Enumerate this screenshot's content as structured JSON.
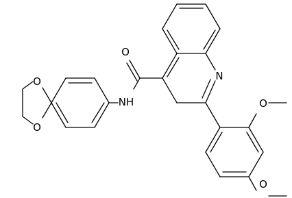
{
  "molecule": {
    "atom_labels": {
      "carbonyl_oxygen": "O",
      "amide_nh": "NH",
      "quinoline_nitrogen": "N",
      "methoxy_oxygen_top": "O",
      "methoxy_oxygen_bottom": "O",
      "dioxane_oxygen_upper": "O",
      "dioxane_oxygen_lower": "O"
    }
  }
}
